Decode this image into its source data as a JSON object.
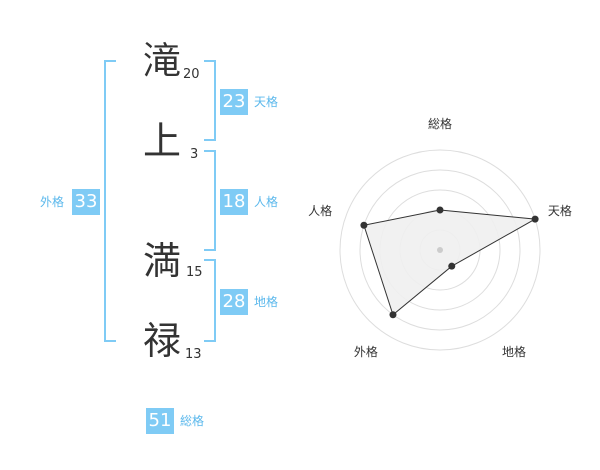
{
  "name": {
    "chars": [
      {
        "char": "滝",
        "strokes": "20"
      },
      {
        "char": "上",
        "strokes": "3"
      },
      {
        "char": "満",
        "strokes": "15"
      },
      {
        "char": "禄",
        "strokes": "13"
      }
    ]
  },
  "fortune": {
    "tenkaku": {
      "value": "23",
      "label": "天格"
    },
    "jinkaku": {
      "value": "18",
      "label": "人格"
    },
    "chikaku": {
      "value": "28",
      "label": "地格"
    },
    "gaikaku": {
      "value": "33",
      "label": "外格"
    },
    "soukaku": {
      "value": "51",
      "label": "総格"
    }
  },
  "colors": {
    "accent": "#7fcbf5",
    "label": "#5bb8ec",
    "text": "#333333"
  },
  "chart_data": {
    "type": "radar",
    "axes": [
      "総格",
      "天格",
      "地格",
      "外格",
      "人格"
    ],
    "values": [
      0.4,
      1.0,
      0.2,
      0.8,
      0.8
    ],
    "range": [
      0,
      1
    ],
    "rings": 5
  }
}
